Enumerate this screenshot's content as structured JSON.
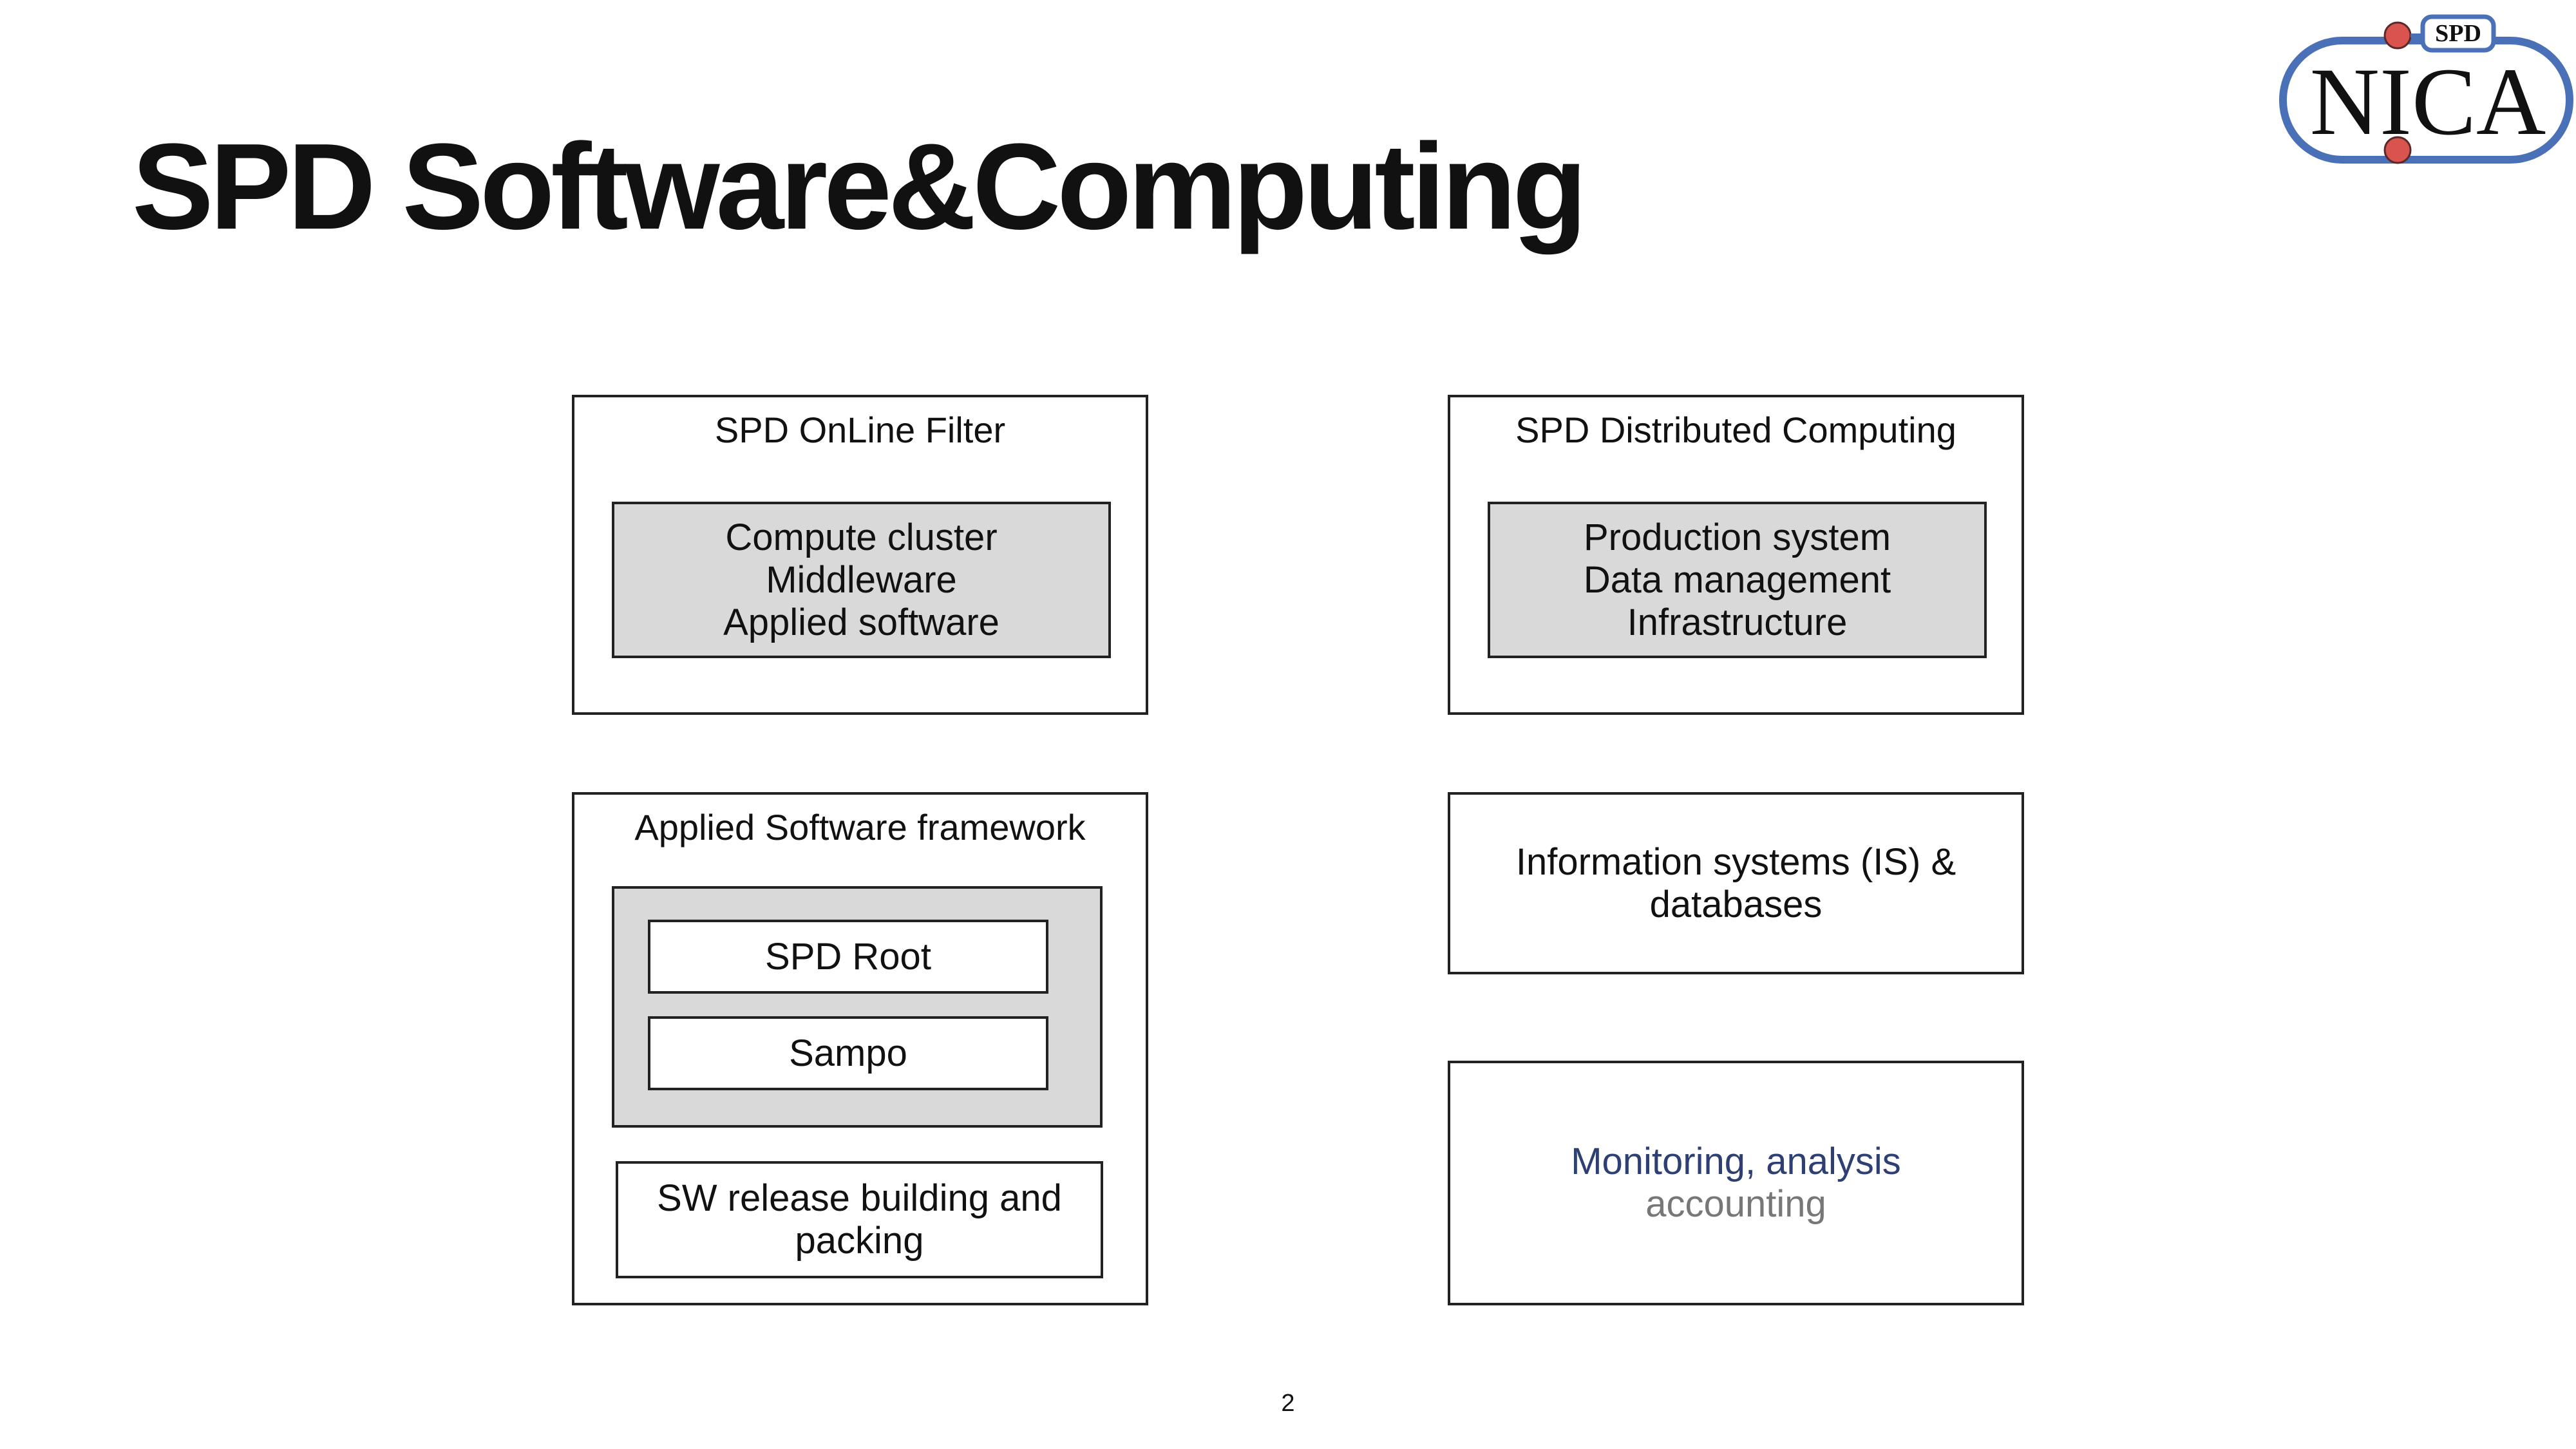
{
  "slide": {
    "title": "SPD Software&Computing",
    "page_number": "2"
  },
  "logo": {
    "badge": "SPD",
    "wordmark": "NICA",
    "ring_color": "#4a70b8",
    "dot_color": "#d9534f"
  },
  "online_filter": {
    "title": "SPD OnLine Filter",
    "items": [
      "Compute cluster",
      "Middleware",
      "Applied software"
    ]
  },
  "distributed_computing": {
    "title": "SPD Distributed Computing",
    "items": [
      "Production system",
      "Data management",
      "Infrastructure"
    ]
  },
  "framework": {
    "title": "Applied Software framework",
    "spd_root": "SPD Root",
    "sampo": "Sampo",
    "sw_release": "SW release building and packing"
  },
  "information_systems": {
    "label": "Information systems (IS) & databases"
  },
  "monitoring": {
    "line1": "Monitoring, analysis",
    "line2": "accounting",
    "line1_color": "#2e3f73",
    "line2_color": "#777777"
  }
}
